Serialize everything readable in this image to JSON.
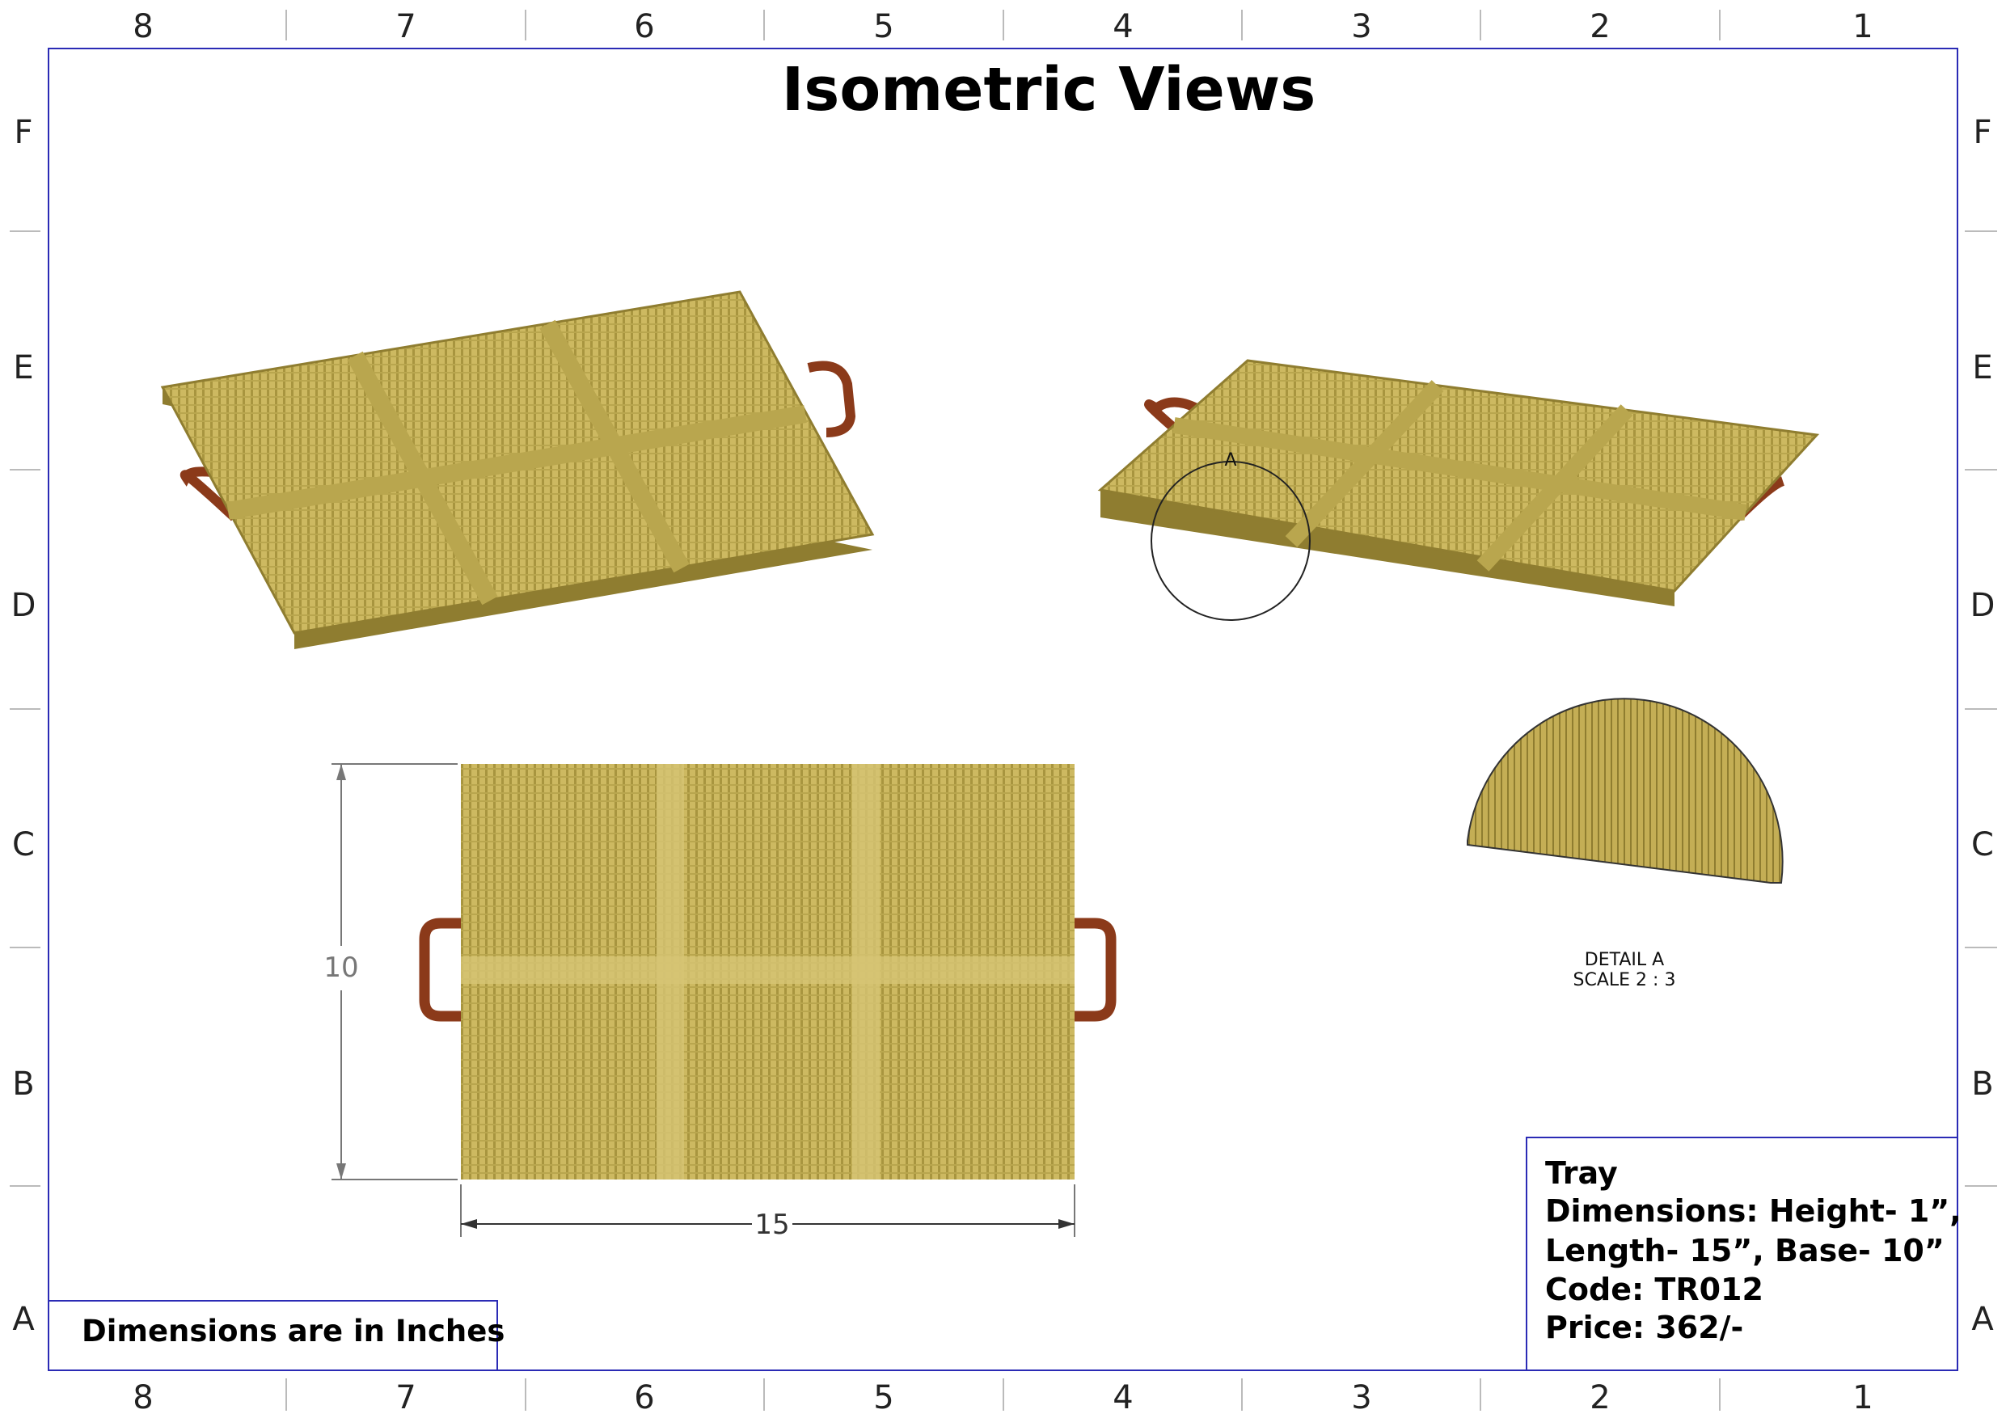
{
  "sheet": {
    "title": "Isometric Views",
    "columns": [
      "8",
      "7",
      "6",
      "5",
      "4",
      "3",
      "2",
      "1"
    ],
    "rows": [
      "F",
      "E",
      "D",
      "C",
      "B",
      "A"
    ],
    "border_color": "#2b2bb5"
  },
  "top_view": {
    "height_dim": "10",
    "length_dim": "15",
    "tray_color": "#c9b45c",
    "handle_color": "#8b3a1a"
  },
  "detail": {
    "callout_label": "A",
    "name": "DETAIL A",
    "scale": "SCALE 2 : 3"
  },
  "title_block": {
    "lines": [
      "Tray",
      "Dimensions: Height- 1”,",
      "Length- 15”, Base- 10”",
      "Code: TR012",
      "Price: 362/-"
    ]
  },
  "note": "Dimensions are in Inches"
}
